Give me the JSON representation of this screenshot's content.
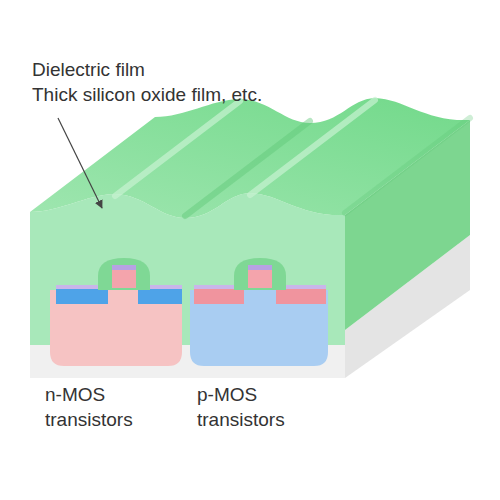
{
  "diagram": {
    "labels": [
      "Dielectric film",
      "Thick silicon oxide film, etc.",
      "n-MOS transistors",
      "p-MOS transistors"
    ]
  }
}
